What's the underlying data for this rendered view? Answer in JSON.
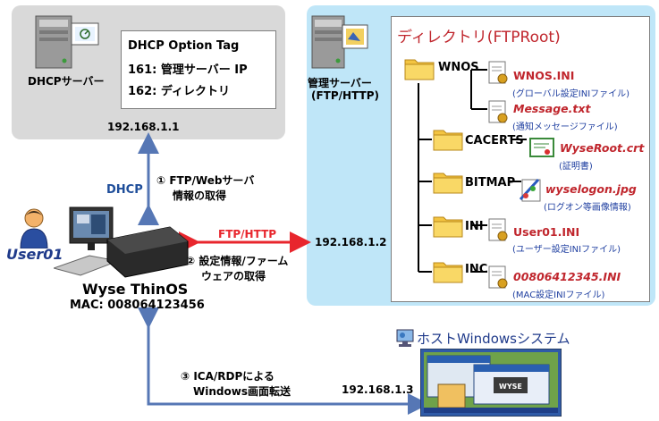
{
  "dhcp": {
    "server_label": "DHCPサーバー",
    "tag_title": "DHCP Option Tag",
    "tag_161": "161: 管理サーバー IP",
    "tag_162": "162: ディレクトリ",
    "ip": "192.168.1.1",
    "arrow_label": "DHCP"
  },
  "mgmt": {
    "server_label_line1": "管理サーバー",
    "server_label_line2": "(FTP/HTTP)",
    "ip": "192.168.1.2",
    "dir_title": "ディレクトリ(FTPRoot)",
    "folders": [
      {
        "name": "WNOS"
      },
      {
        "name": "CACERTS"
      },
      {
        "name": "BITMAP"
      },
      {
        "name": "INI"
      },
      {
        "name": "INC"
      }
    ],
    "files": [
      {
        "name": "WNOS.INI",
        "desc": "(グローバル設定INIファイル)"
      },
      {
        "name": "Message.txt",
        "desc": "(通知メッセージファイル)"
      },
      {
        "name": "WyseRoot.crt",
        "desc": "(証明書)"
      },
      {
        "name": "wyselogon.jpg",
        "desc": "(ログオン等画像情報)"
      },
      {
        "name": "User01.INI",
        "desc": "(ユーザー設定INIファイル)"
      },
      {
        "name": "00806412345.INI",
        "desc": "(MAC設定INIファイル)"
      }
    ]
  },
  "client": {
    "user": "User01",
    "device": "Wyse ThinOS",
    "mac": "MAC: 008064123456"
  },
  "steps": {
    "step1_line1": "① FTP/Webサーバ",
    "step1_line2": "情報の取得",
    "ftp_http": "FTP/HTTP",
    "step2_line1": "② 設定情報/ファーム",
    "step2_line2": "ウェアの取得",
    "step3_line1": "③ ICA/RDPによる",
    "step3_line2": "Windows画面転送"
  },
  "host": {
    "label": "ホストWindowsシステム",
    "ip": "192.168.1.3"
  },
  "colors": {
    "arrow_blue": "#5677b5",
    "arrow_red": "#e8262d",
    "dhcp_panel": "#d9d9d9",
    "mgmt_panel": "#bfe6f8",
    "file_red": "#c0262d",
    "desc_blue": "#1f3fa0",
    "title_red": "#c0262d"
  },
  "icons": [
    "server-icon",
    "folder-icon",
    "file-ini-icon",
    "certificate-icon",
    "image-file-icon",
    "user-icon",
    "thin-client-icon",
    "monitor-icon",
    "windows-host-icon"
  ]
}
